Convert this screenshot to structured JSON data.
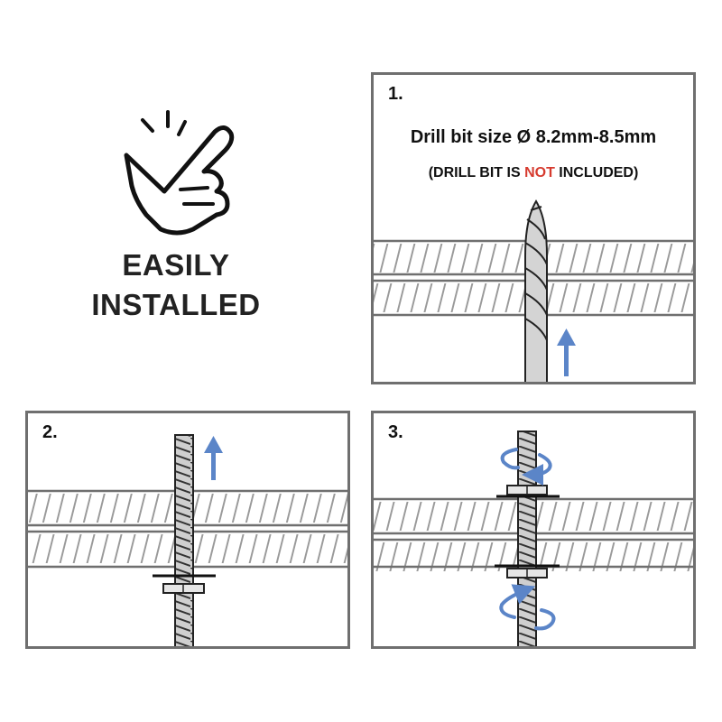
{
  "badge": {
    "icon": "hand-check-icon",
    "line1": "EASILY",
    "line2": "INSTALLED"
  },
  "steps": [
    {
      "number": "1.",
      "title": "Drill bit size Ø 8.2mm-8.5mm",
      "note_prefix": "(DRILL BIT IS ",
      "note_emphasis": "NOT",
      "note_suffix": " INCLUDED)"
    },
    {
      "number": "2."
    },
    {
      "number": "3."
    }
  ],
  "colors": {
    "border": "#6f6f6f",
    "arrow": "#5b85c8",
    "emphasis": "#d63b2f",
    "rod": "#cfcfcf",
    "text": "#111111"
  }
}
